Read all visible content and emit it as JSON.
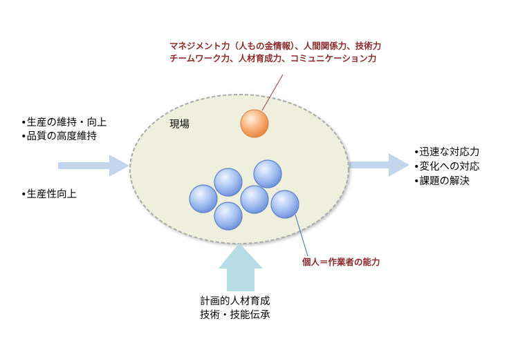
{
  "diagram": {
    "title_area_label": "現場",
    "management_skills": {
      "line1": "マネジメント力（人もの金情報）、人間関係力、技術力",
      "line2": "チームワーク力、人材育成力、コミュニケーション力"
    },
    "inputs_left": {
      "line1": "•生産の維持・向上",
      "line2": "•品質の高度維持",
      "line3": "•生産性向上"
    },
    "outputs_right": {
      "line1": "•迅速な対応力",
      "line2": "•変化への対応",
      "line3": "•課題の解決"
    },
    "individual_label": "個人＝作業者の能力",
    "bottom_input": {
      "line1": "計画的人材育成",
      "line2": "技術・技能伝承"
    },
    "colors": {
      "field_fill": "#eef0dd",
      "field_border": "#a8a8a8",
      "worker_fill": "#8fb1ee",
      "manager_fill": "#f6a566",
      "arrow_fill": "#c3d5ec",
      "bottom_arrow_fill": "#b7dce6",
      "label_red": "#8b2a2a"
    }
  }
}
